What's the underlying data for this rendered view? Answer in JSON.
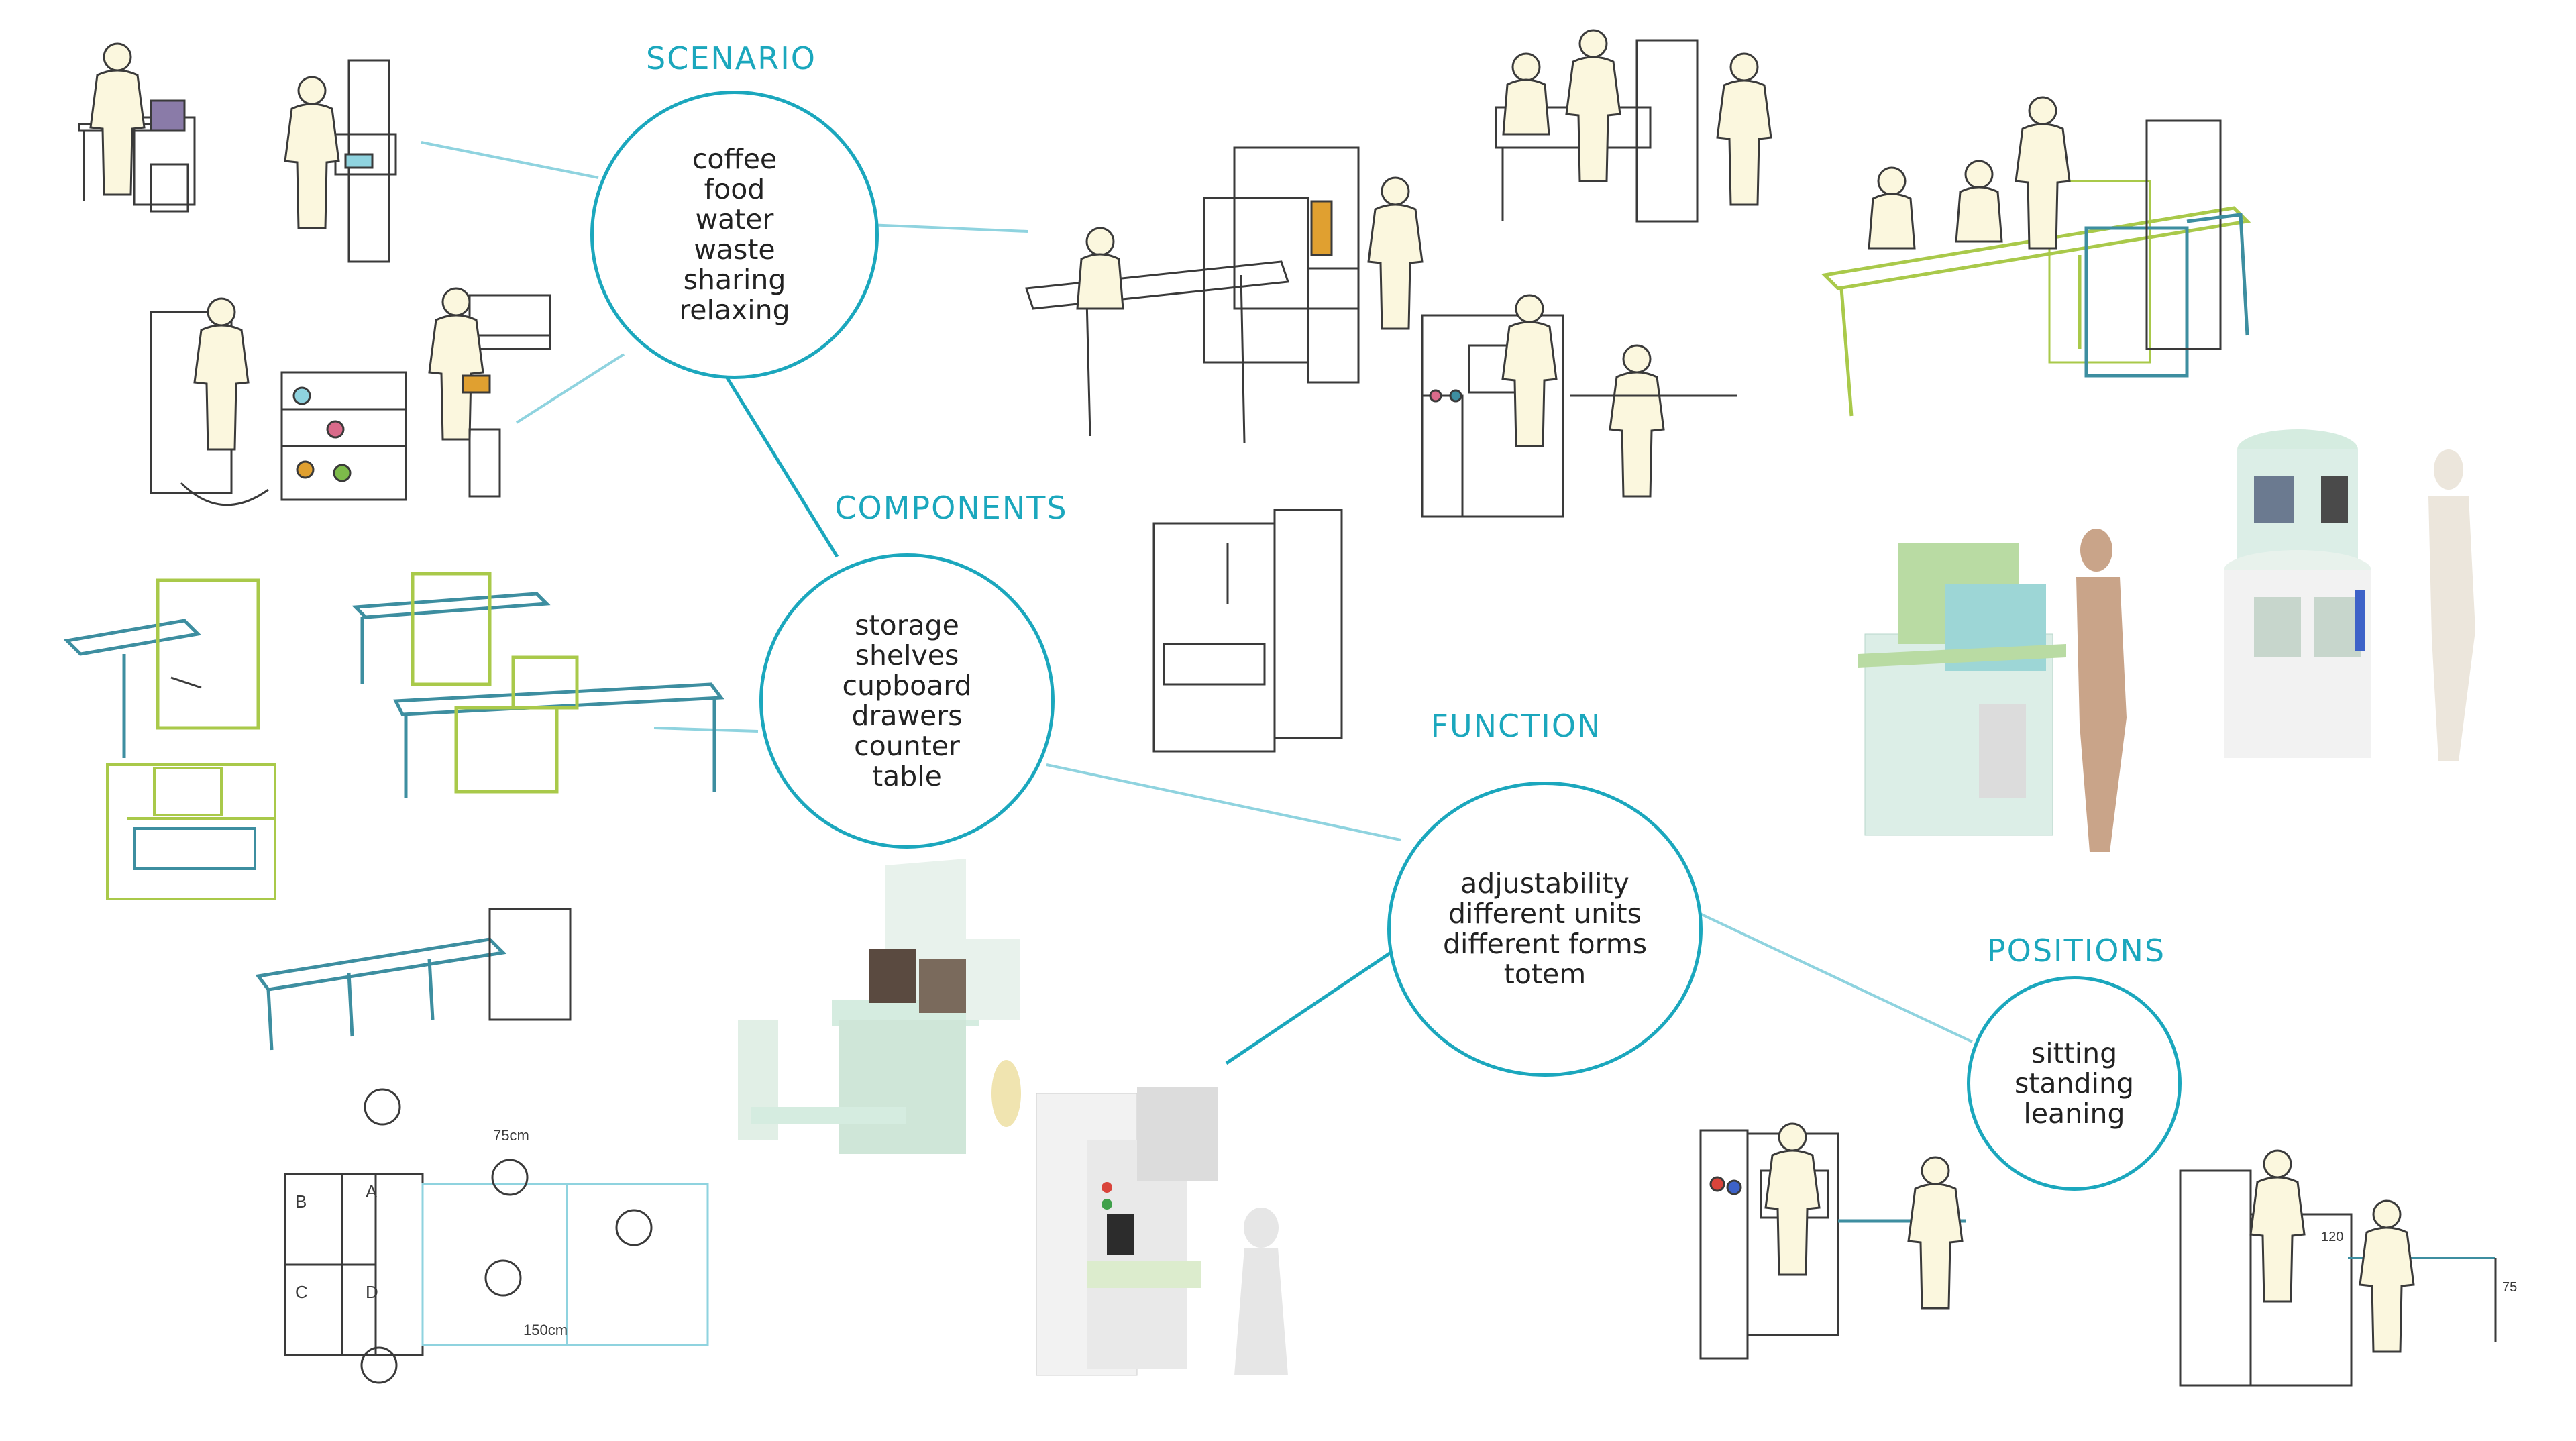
{
  "colors": {
    "accent": "#1ba7bd",
    "line": "#8fd3df",
    "sketch_ink": "#3a3a3a",
    "figure_fill": "#fbf7de",
    "mint": "#d5ece0",
    "teal_sketch": "#3d8ea0",
    "green_sketch": "#a9c94a",
    "wood": "#c9a489"
  },
  "nodes": {
    "scenario": {
      "heading": "SCENARIO",
      "items": [
        "coffee",
        "food",
        "water",
        "waste",
        "sharing",
        "relaxing"
      ]
    },
    "components": {
      "heading": "COMPONENTS",
      "items": [
        "storage",
        "shelves",
        "cupboard",
        "drawers",
        "counter",
        "table"
      ]
    },
    "function": {
      "heading": "FUNCTION",
      "items": [
        "adjustability",
        "different units",
        "different forms",
        "totem"
      ]
    },
    "positions": {
      "heading": "POSITIONS",
      "items": [
        "sitting",
        "standing",
        "leaning"
      ]
    }
  },
  "sketch_labels": {
    "dim_75cm": "75cm",
    "dim_150cm": "150cm",
    "cell_a": "A",
    "cell_b": "B",
    "cell_c": "C",
    "cell_d": "D",
    "height_120": "120",
    "height_75": "75"
  },
  "icons": [
    "coffee-machine-icon",
    "microwave-icon",
    "human-figure-icon",
    "mannequin-icon",
    "refrigerator-icon"
  ]
}
